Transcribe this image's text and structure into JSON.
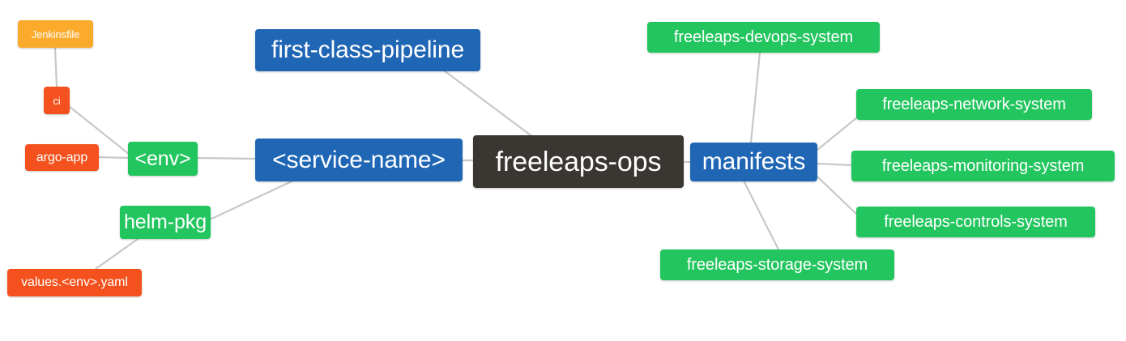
{
  "diagram": {
    "type": "mindmap",
    "title": "freeleaps-ops",
    "background": "#ffffff",
    "edge_color": "#c8c8c8",
    "palette": {
      "root": "#3a3632",
      "blue": "#1f66b5",
      "green": "#22c55e",
      "red": "#f4511e",
      "amber": "#fbab2c",
      "text": "#ffffff"
    }
  },
  "nodes": {
    "root": {
      "label": "freeleaps-ops",
      "color": "#3a3632"
    },
    "first_class_pipeline": {
      "label": "first-class-pipeline",
      "color": "#1f66b5"
    },
    "service_name": {
      "label": "<service-name>",
      "color": "#1f66b5"
    },
    "env": {
      "label": "<env>",
      "color": "#22c55e"
    },
    "argo_app": {
      "label": "argo-app",
      "color": "#f4511e"
    },
    "ci": {
      "label": "ci",
      "color": "#f4511e"
    },
    "jenkinsfile": {
      "label": "Jenkinsfile",
      "color": "#fbab2c"
    },
    "helm_pkg": {
      "label": "helm-pkg",
      "color": "#22c55e"
    },
    "values_yaml": {
      "label": "values.<env>.yaml",
      "color": "#f4511e"
    },
    "manifests": {
      "label": "manifests",
      "color": "#1f66b5"
    },
    "devops_system": {
      "label": "freeleaps-devops-system",
      "color": "#22c55e"
    },
    "network_system": {
      "label": "freeleaps-network-system",
      "color": "#22c55e"
    },
    "monitoring_system": {
      "label": "freeleaps-monitoring-system",
      "color": "#22c55e"
    },
    "controls_system": {
      "label": "freeleaps-controls-system",
      "color": "#22c55e"
    },
    "storage_system": {
      "label": "freeleaps-storage-system",
      "color": "#22c55e"
    }
  },
  "edges": [
    {
      "from": "first_class_pipeline",
      "to": "root"
    },
    {
      "from": "root",
      "to": "service_name"
    },
    {
      "from": "service_name",
      "to": "env"
    },
    {
      "from": "service_name",
      "to": "helm_pkg"
    },
    {
      "from": "env",
      "to": "argo_app"
    },
    {
      "from": "env",
      "to": "ci"
    },
    {
      "from": "ci",
      "to": "jenkinsfile"
    },
    {
      "from": "helm_pkg",
      "to": "values_yaml"
    },
    {
      "from": "root",
      "to": "manifests"
    },
    {
      "from": "manifests",
      "to": "devops_system"
    },
    {
      "from": "manifests",
      "to": "network_system"
    },
    {
      "from": "manifests",
      "to": "monitoring_system"
    },
    {
      "from": "manifests",
      "to": "controls_system"
    },
    {
      "from": "manifests",
      "to": "storage_system"
    }
  ]
}
